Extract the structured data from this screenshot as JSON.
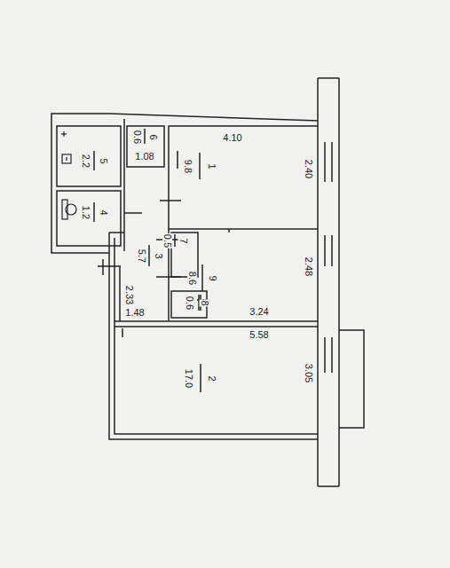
{
  "diagram": {
    "labels": [
      "4.10",
      "1",
      "9.8",
      "2.40",
      "6",
      "0.6",
      "1.08",
      "5",
      "2.2",
      "4",
      "1.2",
      "7",
      "0.5",
      "3",
      "5.7",
      "9",
      "8.6",
      "2.48",
      "8",
      "0.6",
      "3.24",
      "5.58",
      "1.48",
      "2.33",
      "2",
      "17.0",
      "3.05"
    ]
  }
}
